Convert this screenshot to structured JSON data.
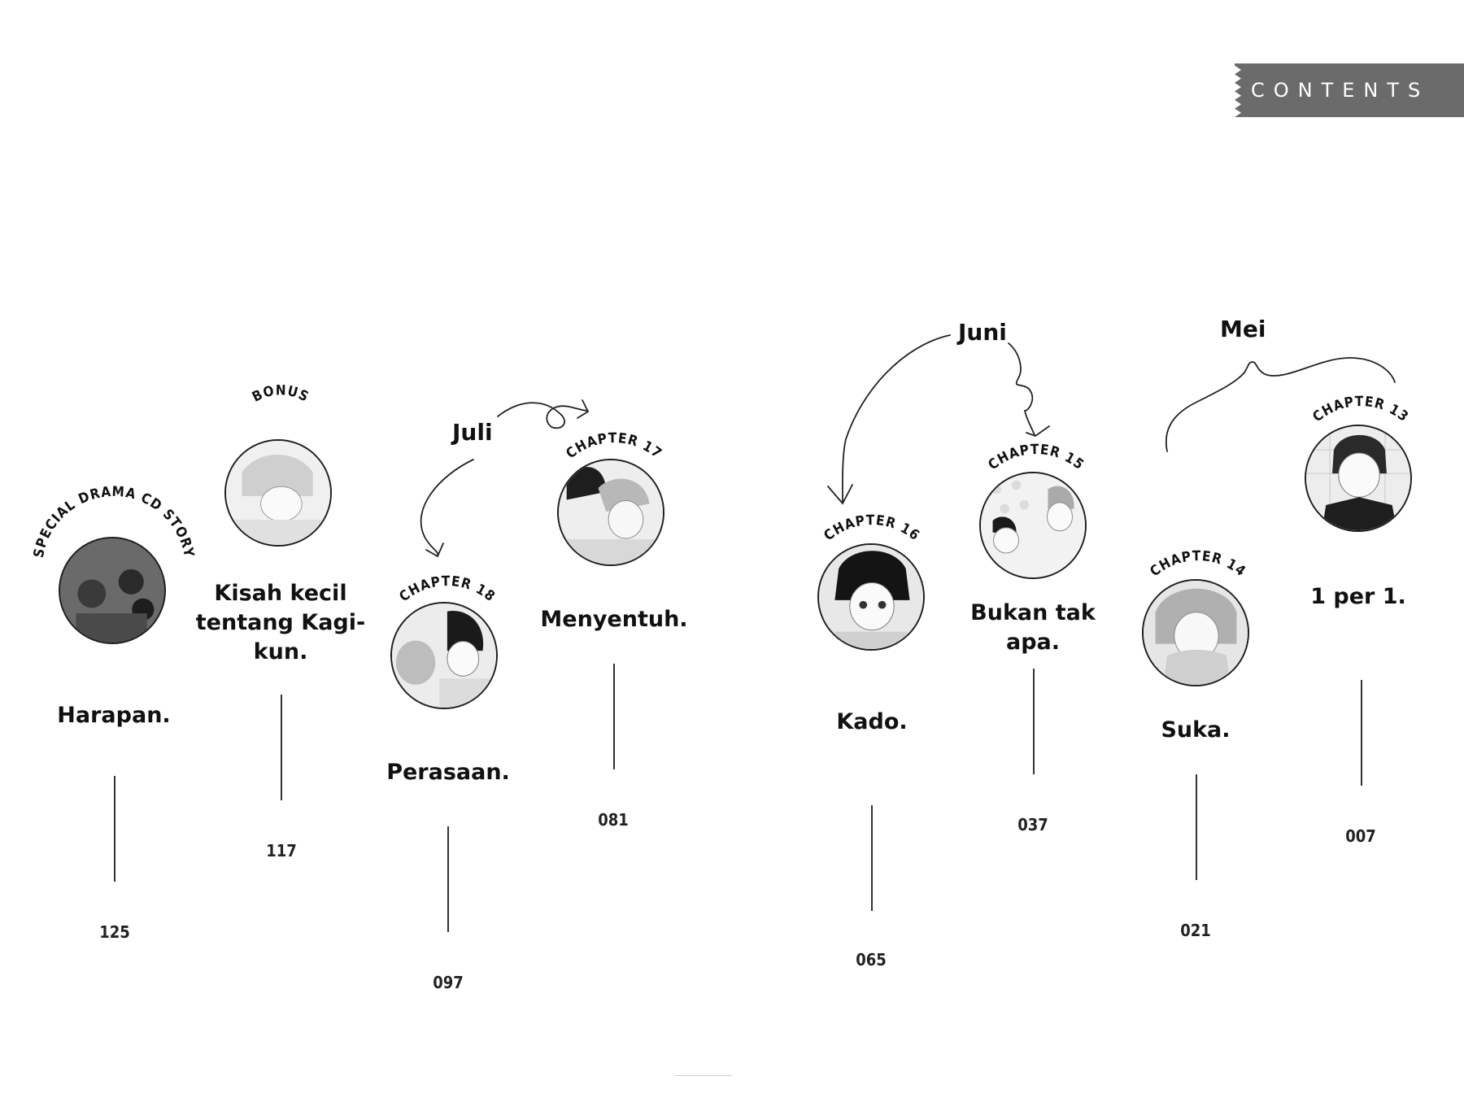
{
  "header": {
    "contents_label": "CONTENTS"
  },
  "months": {
    "juli": "Juli",
    "juni": "Juni",
    "mei": "Mei"
  },
  "entries": [
    {
      "tag": "SPECIAL DRAMA CD STORY",
      "title": "Harapan.",
      "page": "125"
    },
    {
      "tag": "BONUS",
      "title": "Kisah kecil tentang Kagi-kun.",
      "page": "117"
    },
    {
      "tag": "CHAPTER 18",
      "title": "Perasaan.",
      "page": "097"
    },
    {
      "tag": "CHAPTER 17",
      "title": "Menyentuh.",
      "page": "081"
    },
    {
      "tag": "CHAPTER 16",
      "title": "Kado.",
      "page": "065"
    },
    {
      "tag": "CHAPTER 15",
      "title": "Bukan tak apa.",
      "page": "037"
    },
    {
      "tag": "CHAPTER 14",
      "title": "Suka.",
      "page": "021"
    },
    {
      "tag": "CHAPTER 13",
      "title": "1 per 1.",
      "page": "007"
    }
  ]
}
